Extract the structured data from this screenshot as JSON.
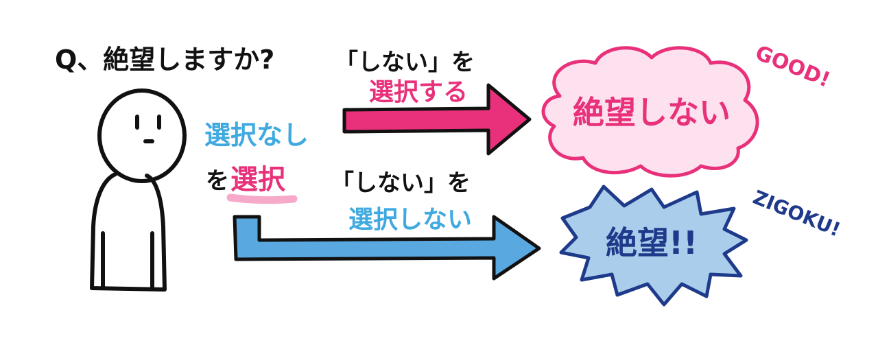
{
  "question": "Q、絶望しますか?",
  "top_path": {
    "line1": "「しない」を",
    "line2": "選択する",
    "result": "絶望しない",
    "exclaim": "GOOD!"
  },
  "bottom_path": {
    "line1": "「しない」を",
    "line2": "選択しない",
    "result": "絶望!!",
    "exclaim": "ZIGOKU!"
  },
  "center_label": {
    "line1": "選択なし",
    "particle": "を",
    "emphasis": "選択"
  },
  "colors": {
    "magenta": "#e8317a",
    "pink_fill": "#fde1ee",
    "pink_underline": "#f6a9c9",
    "blue_arrow": "#5aa8e0",
    "blue_text": "#3fa9e0",
    "navy": "#1e3a8a",
    "burst_fill": "#a9cdea",
    "ink": "#111111"
  }
}
